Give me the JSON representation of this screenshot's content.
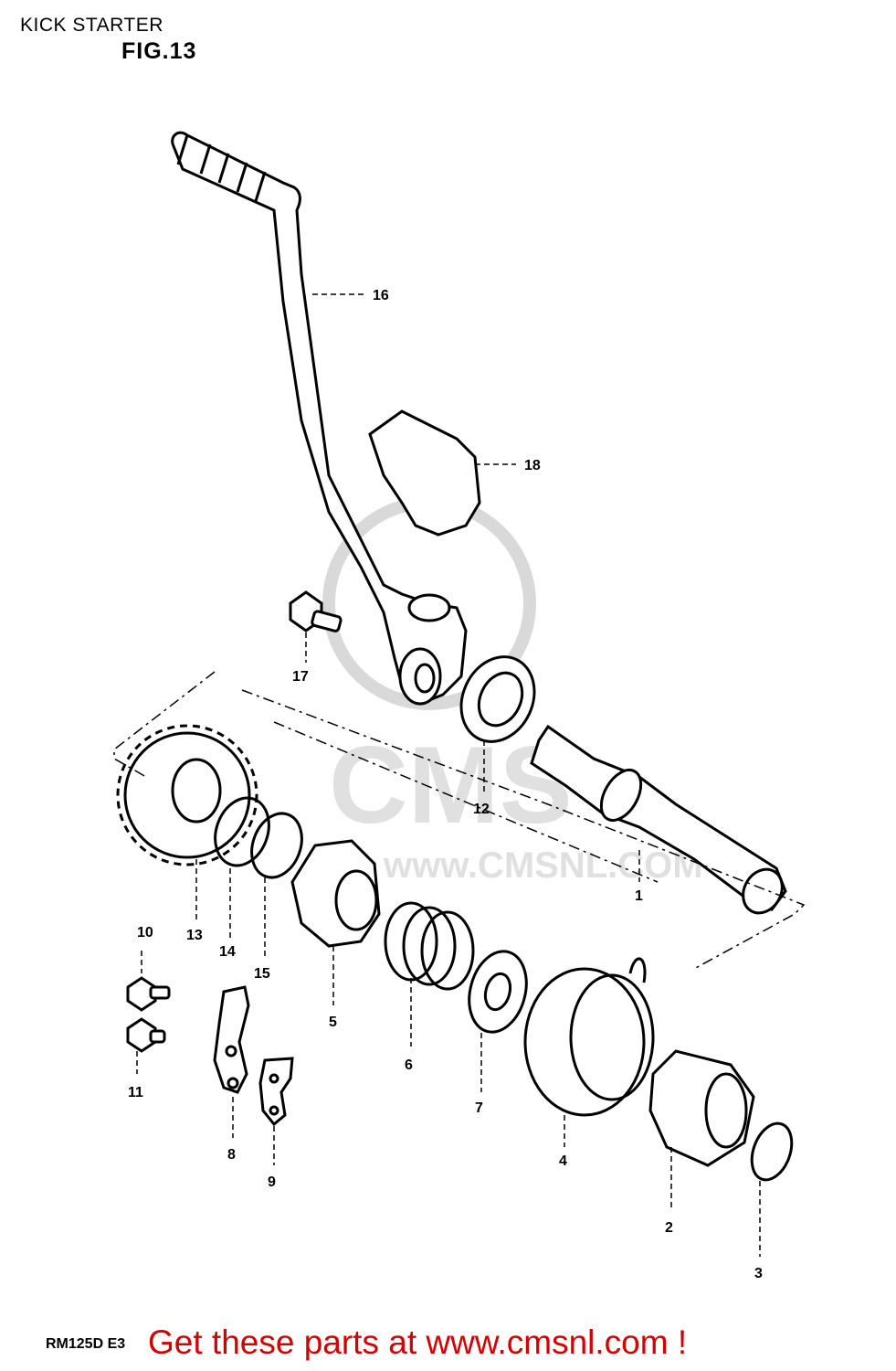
{
  "header": {
    "title": "KICK STARTER",
    "figure": "FIG.13"
  },
  "footer": {
    "model_code": "RM125D E3",
    "call_to_action": "Get these parts at www.cmsnl.com !"
  },
  "watermark": {
    "text": "www.CMSNL.COM",
    "logo_text": "CMS"
  },
  "parts": [
    {
      "id": "p1",
      "number": "1"
    },
    {
      "id": "p2",
      "number": "2"
    },
    {
      "id": "p3",
      "number": "3"
    },
    {
      "id": "p4",
      "number": "4"
    },
    {
      "id": "p5",
      "number": "5"
    },
    {
      "id": "p6",
      "number": "6"
    },
    {
      "id": "p7",
      "number": "7"
    },
    {
      "id": "p8",
      "number": "8"
    },
    {
      "id": "p9",
      "number": "9"
    },
    {
      "id": "p10",
      "number": "10"
    },
    {
      "id": "p11",
      "number": "11"
    },
    {
      "id": "p12",
      "number": "12"
    },
    {
      "id": "p13",
      "number": "13"
    },
    {
      "id": "p14",
      "number": "14"
    },
    {
      "id": "p15",
      "number": "15"
    },
    {
      "id": "p16",
      "number": "16"
    },
    {
      "id": "p17",
      "number": "17"
    },
    {
      "id": "p18",
      "number": "18"
    }
  ],
  "colors": {
    "line": "#000000",
    "watermark": "#d9d9d9",
    "cta": "#d40000"
  }
}
